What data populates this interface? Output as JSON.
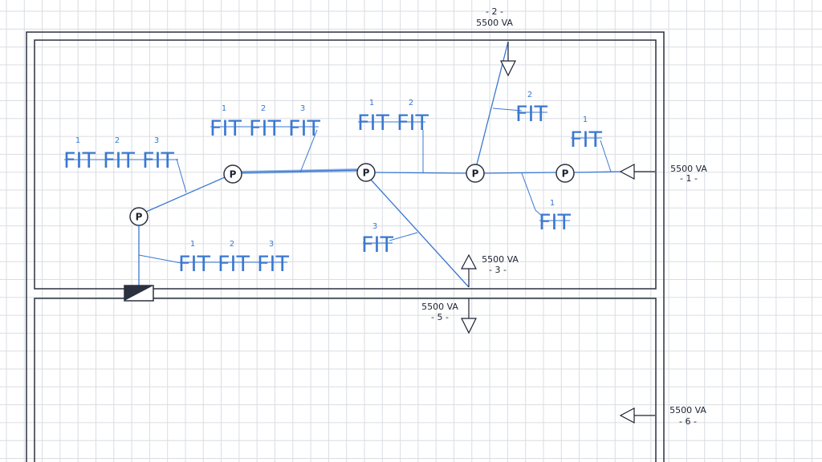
{
  "colors": {
    "grid": "#d9dde2",
    "wall": "#2b3140",
    "wire": "#3a78d0",
    "text": "#1c2333",
    "background": "#ffffff"
  },
  "feeds": [
    {
      "power": "5500 VA",
      "number": "- 2 -"
    },
    {
      "power": "5500 VA",
      "number": "- 1 -"
    },
    {
      "power": "5500 VA",
      "number": "- 3 -"
    },
    {
      "power": "5500 VA",
      "number": "- 5 -"
    },
    {
      "power": "5500 VA",
      "number": "- 6 -"
    }
  ],
  "pull_boxes": [
    "P",
    "P",
    "P",
    "P",
    "P"
  ],
  "fixture_text": "FIT",
  "fixture_groups": [
    {
      "numbers": [
        "1",
        "2",
        "3"
      ]
    },
    {
      "numbers": [
        "1",
        "2",
        "3"
      ]
    },
    {
      "numbers": [
        "1",
        "2"
      ]
    },
    {
      "numbers": [
        "2"
      ]
    },
    {
      "numbers": [
        "1"
      ]
    },
    {
      "numbers": [
        "1"
      ]
    },
    {
      "numbers": [
        "3"
      ]
    },
    {
      "numbers": [
        "1",
        "2",
        "3"
      ]
    }
  ],
  "icons": [
    "arrow-down-icon",
    "arrow-left-icon",
    "arrow-up-icon",
    "panel-board-icon"
  ]
}
